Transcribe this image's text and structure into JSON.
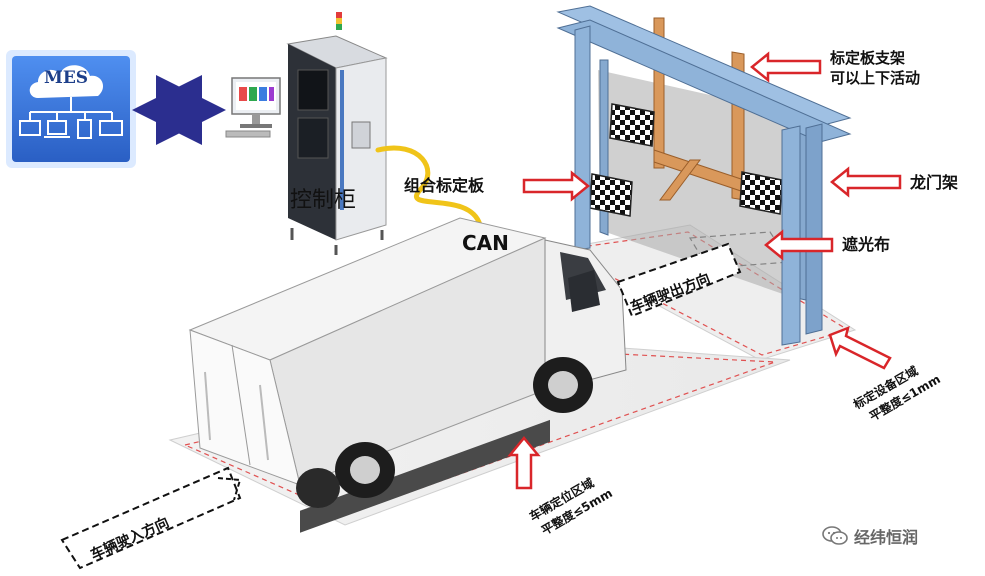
{
  "mes": {
    "label": "MES"
  },
  "cabinet": {
    "label": "控制柜"
  },
  "can": {
    "label": "CAN"
  },
  "labels": {
    "bracket": "标定板支架",
    "bracket_line2": "可以上下活动",
    "combined_target": "组合标定板",
    "gantry": "龙门架",
    "shade_cloth": "遮光布",
    "exit_direction": "车辆驶出方向",
    "entry_direction": "车辆驶入方向",
    "equip_flatness_1": "标定设备区域",
    "equip_flatness_2": "平整度≤1mm",
    "pos_flatness_1": "车辆定位区域",
    "pos_flatness_2": "平整度≤5mm"
  },
  "watermark": {
    "icon": "wechat-icon",
    "text": "经纬恒润"
  },
  "colors": {
    "arrow_red": "#d9262a",
    "gantry_blue": "#8fb3d9",
    "bracket_orange": "#d9985b",
    "cable_yellow": "#f0c419",
    "mes_blue": "#2f6fd1",
    "double_arrow": "#2b2e8f"
  }
}
